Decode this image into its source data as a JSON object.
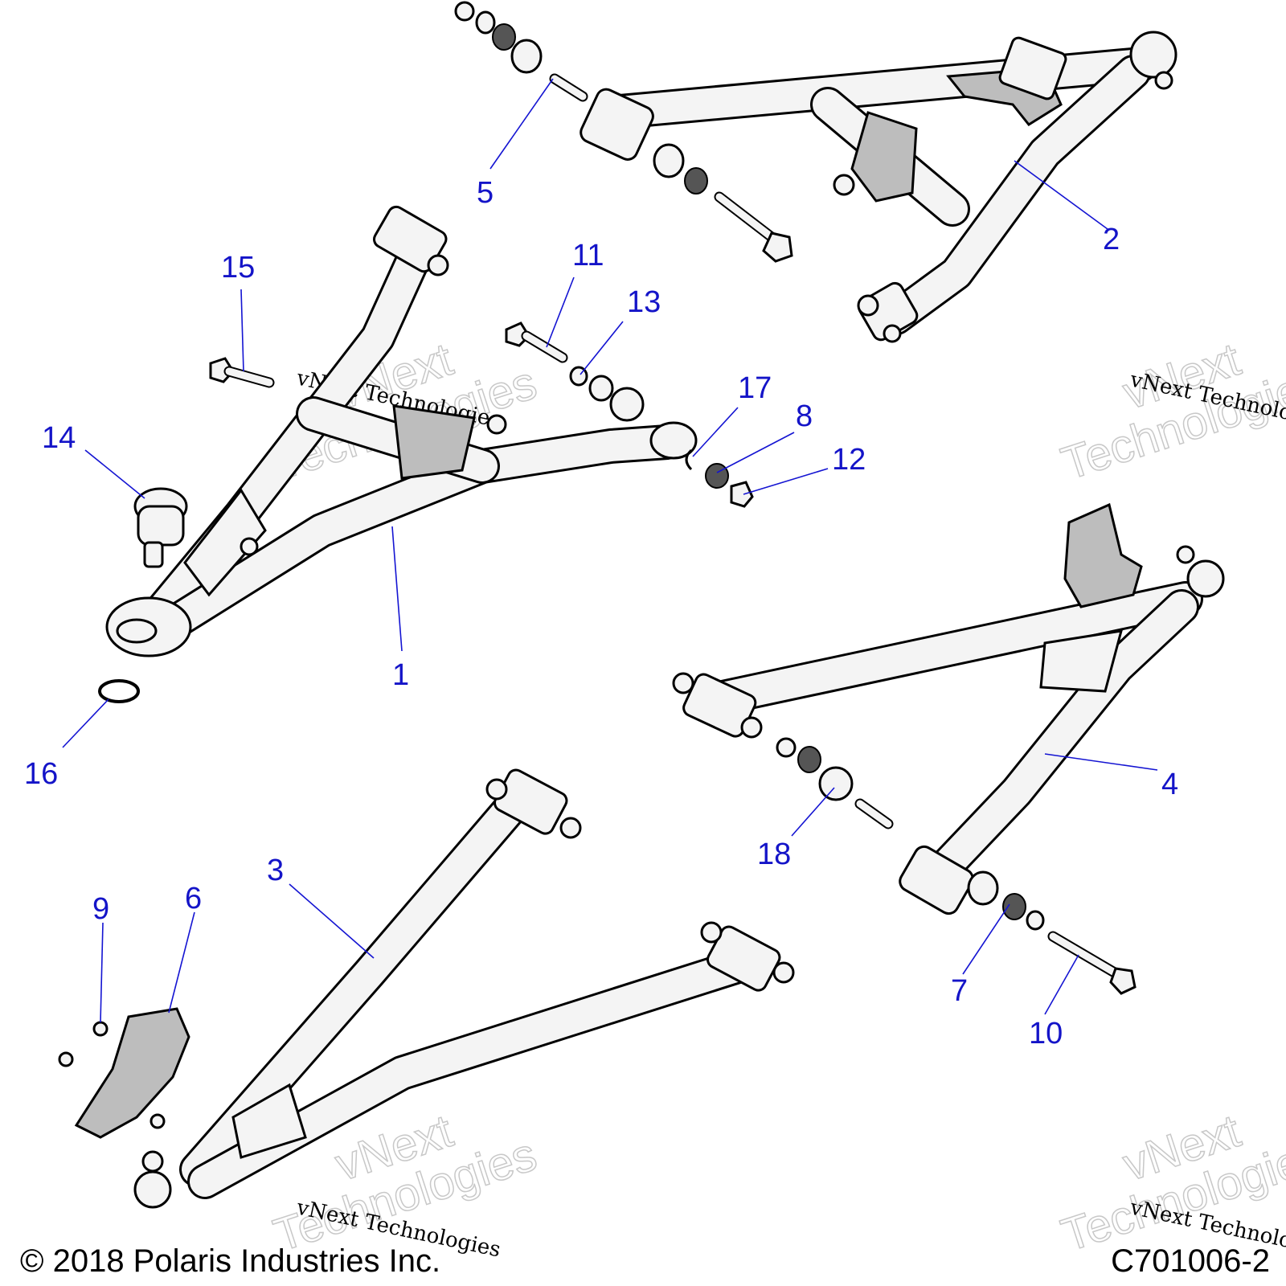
{
  "watermarks": {
    "line1": "vNext",
    "line2": "Technologies",
    "caption": "vNext Technologies"
  },
  "footer": {
    "copyright": "© 2018 Polaris Industries Inc.",
    "code": "C701006-2"
  },
  "callouts": {
    "c1": "1",
    "c2": "2",
    "c3": "3",
    "c4": "4",
    "c5": "5",
    "c6": "6",
    "c7": "7",
    "c8": "8",
    "c9": "9",
    "c10": "10",
    "c11": "11",
    "c12": "12",
    "c13": "13",
    "c14": "14",
    "c15": "15",
    "c16": "16",
    "c17": "17",
    "c18": "18"
  },
  "colors": {
    "callout": "#1414c8",
    "plate": "#bdbdbd",
    "tube": "#f4f4f4"
  }
}
